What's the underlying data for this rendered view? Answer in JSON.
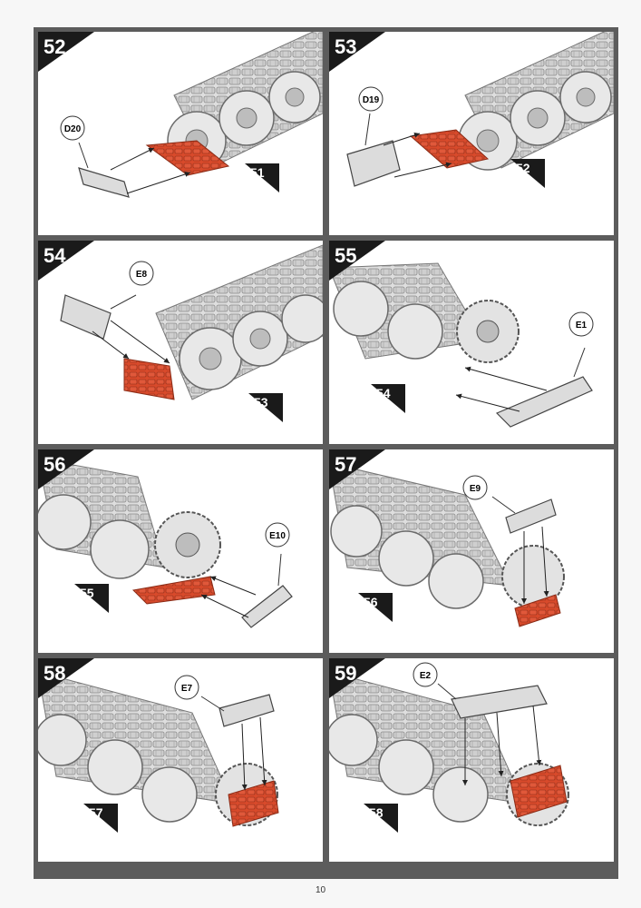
{
  "page": {
    "number": "10"
  },
  "colors": {
    "highlight": "#d84a2b",
    "track": "#d9d9d9",
    "outline": "#4a4a4a",
    "frame": "#5c5c5c",
    "label_bg": "#1a1a1a"
  },
  "steps": [
    {
      "number": "52",
      "parts": [
        "D20"
      ],
      "ref": "51"
    },
    {
      "number": "53",
      "parts": [
        "D19"
      ],
      "ref": "52"
    },
    {
      "number": "54",
      "parts": [
        "E8"
      ],
      "ref": "53"
    },
    {
      "number": "55",
      "parts": [
        "E1"
      ],
      "ref": "54"
    },
    {
      "number": "56",
      "parts": [
        "E10"
      ],
      "ref": "55"
    },
    {
      "number": "57",
      "parts": [
        "E9"
      ],
      "ref": "56"
    },
    {
      "number": "58",
      "parts": [
        "E7"
      ],
      "ref": "57"
    },
    {
      "number": "59",
      "parts": [
        "E2"
      ],
      "ref": "58"
    }
  ]
}
